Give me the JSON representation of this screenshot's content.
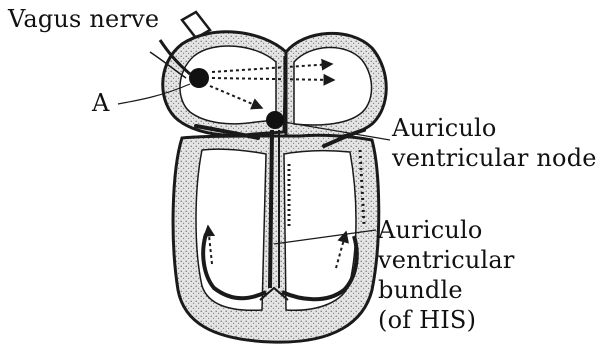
{
  "labels": {
    "vagus_nerve": "Vagus nerve",
    "a": "A",
    "av_node_line1": "Auriculo",
    "av_node_line2": "ventricular node",
    "av_bundle_line1": "Auriculo",
    "av_bundle_line2": "ventricular",
    "av_bundle_line3": "bundle",
    "av_bundle_line4": "(of HIS)"
  },
  "colors": {
    "ink": "#1a1a1a",
    "muscle_fill": "#d9d9d9",
    "chamber_fill": "#ffffff",
    "background": "#ffffff"
  }
}
